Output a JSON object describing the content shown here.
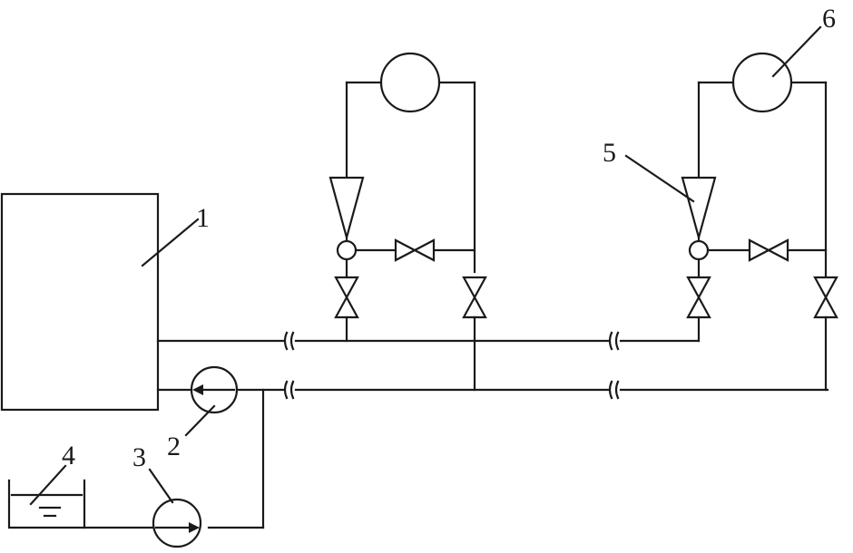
{
  "labels": {
    "boiler": "1",
    "circulation_pump": "2",
    "makeup_pump": "3",
    "makeup_tank": "4",
    "ejector": "5",
    "heat_exchanger": "6"
  },
  "colors": {
    "line": "#1a1a1a",
    "background": "#ffffff"
  }
}
